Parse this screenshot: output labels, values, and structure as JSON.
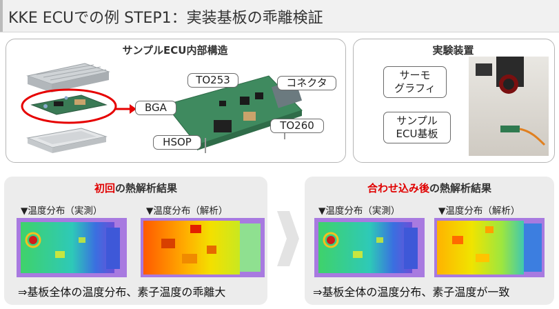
{
  "slide": {
    "title": "KKE ECUでの例 STEP1：実装基板の乖離検証"
  },
  "ecu_panel": {
    "title": "サンプルECU内部構造",
    "callouts": {
      "to253": "TO253",
      "connector": "コネクタ",
      "bga": "BGA",
      "to260": "TO260",
      "hsop": "HSOP"
    }
  },
  "setup_panel": {
    "title": "実験装置",
    "thermography_label": "サーモ\nグラフィ",
    "sample_label": "サンプル\nECU基板"
  },
  "initial_panel": {
    "title_highlight": "初回",
    "title_rest": "の熱解析結果",
    "measured_label": "▼温度分布（実測）",
    "analysis_label": "▼温度分布（解析）",
    "conclusion": "⇒基板全体の温度分布、素子温度の乖離大"
  },
  "adjusted_panel": {
    "title_highlight": "合わせ込み後",
    "title_rest": "の熱解析結果",
    "measured_label": "▼温度分布（実測）",
    "analysis_label": "▼温度分布（解析）",
    "conclusion": "⇒基板全体の温度分布、素子温度が一致"
  },
  "colors": {
    "highlight_red": "#e00000",
    "panel_border": "#b5b5b5",
    "callout_red_ring": "#e60000"
  }
}
